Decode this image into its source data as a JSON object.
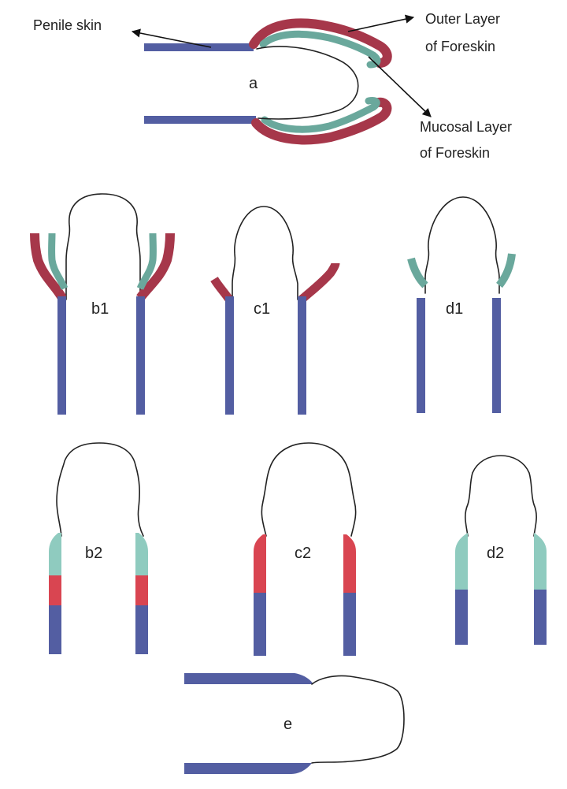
{
  "colors": {
    "penile_skin": "#535ea2",
    "outer_layer": "#a6374a",
    "mucosal_layer": "#6aa89c",
    "mucosal_light": "#8fcbbf",
    "scar_red": "#d94551",
    "outline": "#222222"
  },
  "callouts": {
    "penile_skin": "Penile skin",
    "outer_line1": "Outer Layer",
    "outer_line2": "of Foreskin",
    "mucosal_line1": "Mucosal Layer",
    "mucosal_line2": "of Foreskin"
  },
  "panels": {
    "a": "a",
    "b1": "b1",
    "c1": "c1",
    "d1": "d1",
    "b2": "b2",
    "c2": "c2",
    "d2": "d2",
    "e": "e"
  }
}
